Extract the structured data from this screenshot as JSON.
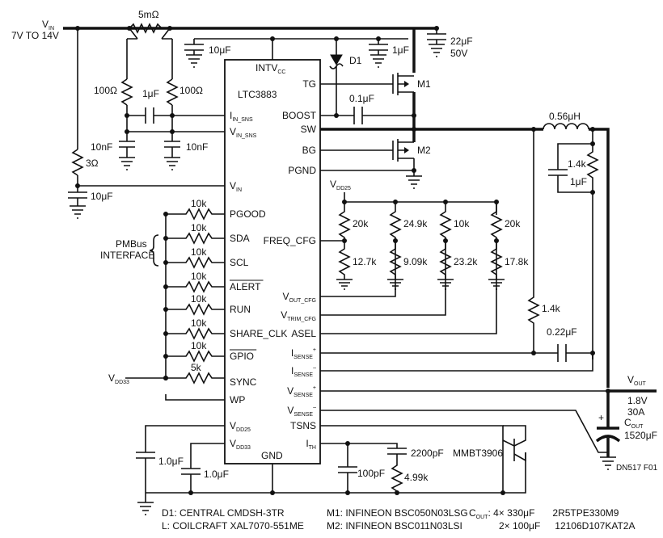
{
  "supply": {
    "vin_label": "V",
    "vin_sub": "IN",
    "vin_range": "7V TO 14V",
    "shunt": "5mΩ",
    "r_left": "100Ω",
    "r_right": "100Ω",
    "c_sense": "1μF",
    "c_sense_left": "10nF",
    "c_sense_right": "10nF",
    "r_vin": "3Ω",
    "c_vin": "10μF"
  },
  "chip": {
    "name": "LTC3883",
    "intvcc": "INTV",
    "intvcc_sub": "CC",
    "left_pins": [
      {
        "main": "I",
        "sub": "IN_SNS",
        "bar": false,
        "sup": ""
      },
      {
        "main": "V",
        "sub": "IN_SNS",
        "bar": false,
        "sup": ""
      },
      {
        "main": "V",
        "sub": "IN",
        "bar": false,
        "sup": ""
      },
      {
        "main": "PGOOD",
        "sub": "",
        "bar": false,
        "sup": ""
      },
      {
        "main": "SDA",
        "sub": "",
        "bar": false,
        "sup": ""
      },
      {
        "main": "SCL",
        "sub": "",
        "bar": false,
        "sup": ""
      },
      {
        "main": "ALERT",
        "sub": "",
        "bar": true,
        "sup": ""
      },
      {
        "main": "RUN",
        "sub": "",
        "bar": false,
        "sup": ""
      },
      {
        "main": "SHARE_CLK",
        "sub": "",
        "bar": false,
        "sup": ""
      },
      {
        "main": "GPIO",
        "sub": "",
        "bar": true,
        "sup": ""
      },
      {
        "main": "SYNC",
        "sub": "",
        "bar": false,
        "sup": ""
      },
      {
        "main": "WP",
        "sub": "",
        "bar": false,
        "sup": ""
      },
      {
        "main": "V",
        "sub": "DD25",
        "bar": false,
        "sup": ""
      },
      {
        "main": "V",
        "sub": "DD33",
        "bar": false,
        "sup": ""
      }
    ],
    "right_pins": [
      {
        "main": "TG",
        "sub": "",
        "sup": ""
      },
      {
        "main": "BOOST",
        "sub": "",
        "sup": ""
      },
      {
        "main": "SW",
        "sub": "",
        "sup": ""
      },
      {
        "main": "BG",
        "sub": "",
        "sup": ""
      },
      {
        "main": "PGND",
        "sub": "",
        "sup": ""
      },
      {
        "main": "FREQ_CFG",
        "sub": "",
        "sup": ""
      },
      {
        "main": "V",
        "sub": "OUT_CFG",
        "sup": ""
      },
      {
        "main": "V",
        "sub": "TRIM_CFG",
        "sup": ""
      },
      {
        "main": "ASEL",
        "sub": "",
        "sup": ""
      },
      {
        "main": "I",
        "sub": "SENSE",
        "sup": "+"
      },
      {
        "main": "I",
        "sub": "SENSE",
        "sup": "–"
      },
      {
        "main": "V",
        "sub": "SENSE",
        "sup": "+"
      },
      {
        "main": "V",
        "sub": "SENSE",
        "sup": "–"
      },
      {
        "main": "TSNS",
        "sub": "",
        "sup": ""
      },
      {
        "main": "I",
        "sub": "TH",
        "sup": ""
      }
    ],
    "gnd": "GND"
  },
  "top": {
    "c_intvcc": "10μF",
    "diode": "D1",
    "c_d1": "1μF",
    "c_in": "22μF",
    "c_in_v": "50V",
    "c_boost": "0.1μF",
    "m1": "M1",
    "m2": "M2"
  },
  "output": {
    "inductor": "0.56μH",
    "r_dcr": "1.4k",
    "c_dcr": "1μF",
    "r_sense": "1.4k",
    "c_sense": "0.22μF",
    "vout_label": "V",
    "vout_sub": "OUT",
    "vout_value": "1.8V",
    "iout": "30A",
    "cout_label": "C",
    "cout_sub": "OUT",
    "cout_value": "1520μF",
    "fig_id": "DN517 F01"
  },
  "config": {
    "vdd25_label": "V",
    "vdd25_sub": "DD25",
    "top_res": [
      "20k",
      "24.9k",
      "10k",
      "20k"
    ],
    "bot_res": [
      "12.7k",
      "9.09k",
      "23.2k",
      "17.8k"
    ]
  },
  "pullups": {
    "values": [
      "10k",
      "10k",
      "10k",
      "10k",
      "10k",
      "10k",
      "10k",
      "5k"
    ],
    "pmbus": "PMBus",
    "interface": "INTERFACE",
    "vdd33_label": "V",
    "vdd33_sub": "DD33"
  },
  "bottom": {
    "c_vdd25": "1.0μF",
    "c_vdd33": "1.0μF",
    "c_tsns": "100pF",
    "c_ith1": "2200pF",
    "r_ith": "4.99k",
    "transistor": "MMBT3906"
  },
  "bom": {
    "d1": "D1: CENTRAL CMDSH-3TR",
    "l": "L: COILCRAFT XAL7070-551ME",
    "m1": "M1: INFINEON BSC050N03LSG",
    "m2": "M2: INFINEON BSC011N03LSI",
    "cout_prefix": "C",
    "cout_sub": "OUT",
    "cout_line1": ": 4× 330μF",
    "cout_line1b": "2R5TPE330M9",
    "cout_line2": "2× 100μF",
    "cout_line2b": "12106D107KAT2A"
  }
}
